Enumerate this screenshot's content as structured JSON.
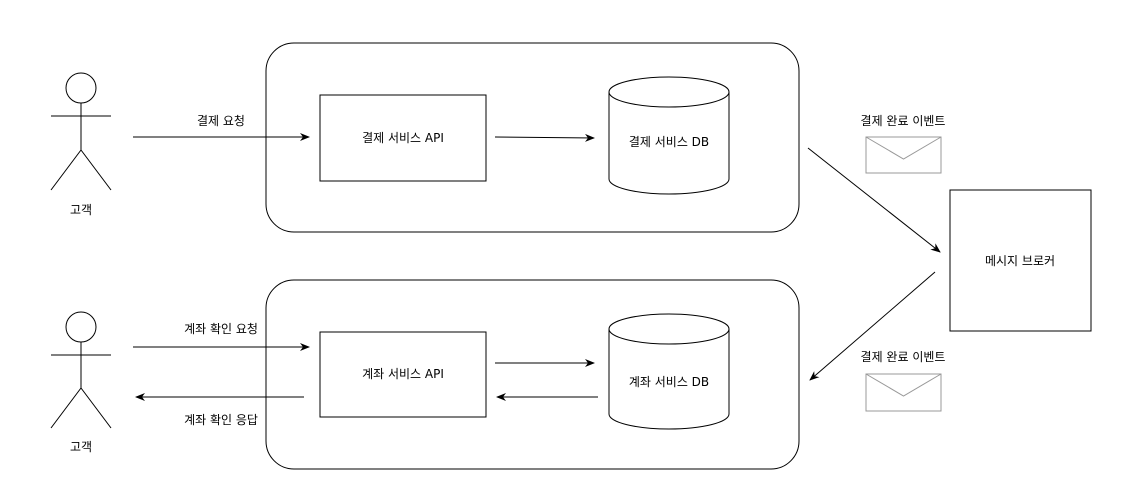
{
  "payment": {
    "customer_label": "고객",
    "request_label": "결제 요청",
    "api_label": "결제 서비스 API",
    "db_label": "결제 서비스 DB"
  },
  "account": {
    "customer_label": "고객",
    "request_label": "계좌 확인 요청",
    "response_label": "계좌 확인 응답",
    "api_label": "계좌 서비스 API",
    "db_label": "계좌 서비스 DB"
  },
  "broker": {
    "label": "메시지 브로커"
  },
  "events": {
    "published_label": "결제 완료 이벤트",
    "consumed_label": "결제 완료 이벤트"
  }
}
